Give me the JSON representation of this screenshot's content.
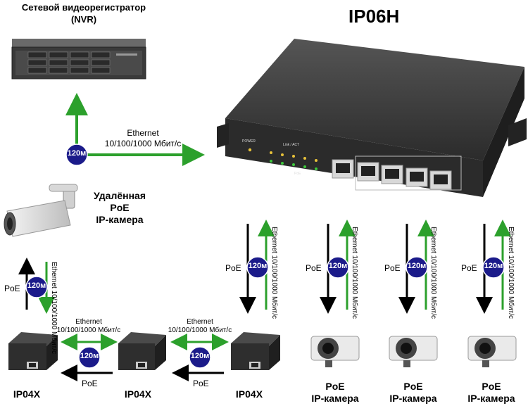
{
  "title": "IP06H",
  "nvr_label_line1": "Сетевой видеорегистратор",
  "nvr_label_line2": "(NVR)",
  "remote_camera_line1": "Удалённая",
  "remote_camera_line2": "PoE",
  "remote_camera_line3": "IP-камера",
  "ethernet_label": "Ethernet",
  "ethernet_speed": "10/100/1000 Мбит/с",
  "ethernet_vertical": "Ethernet 10/100/1000 Мбит/с",
  "poe_label": "PoE",
  "distance": "120м",
  "extender_model": "IP04X",
  "camera_line1": "PoE",
  "camera_line2": "IP-камера",
  "switch_power_label": "POWER",
  "switch_link_label": "Link / ACT",
  "switch_poe_label": "PoE",
  "colors": {
    "arrow_green": "#2ca02c",
    "badge_blue": "#1b1b8a",
    "device_dark": "#2e2e2e",
    "led_yellow": "#e8c23a",
    "led_green": "#3cc83c"
  }
}
